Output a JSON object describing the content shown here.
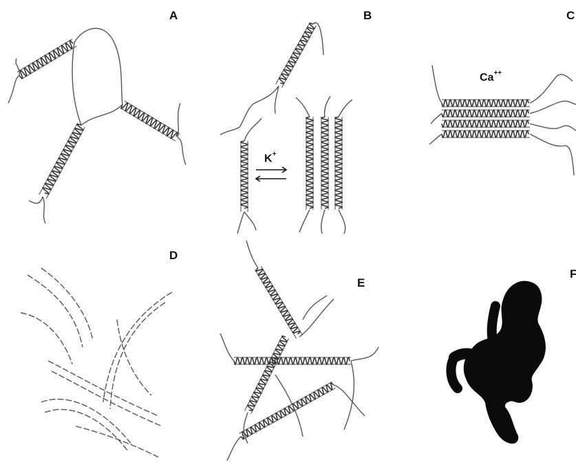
{
  "panels": [
    {
      "label": "A"
    },
    {
      "label": "B",
      "ion_base": "K",
      "ion_charge": "+"
    },
    {
      "label": "C",
      "ion_base": "Ca",
      "ion_charge": "++"
    },
    {
      "label": "D"
    },
    {
      "label": "E"
    },
    {
      "label": "F"
    }
  ]
}
